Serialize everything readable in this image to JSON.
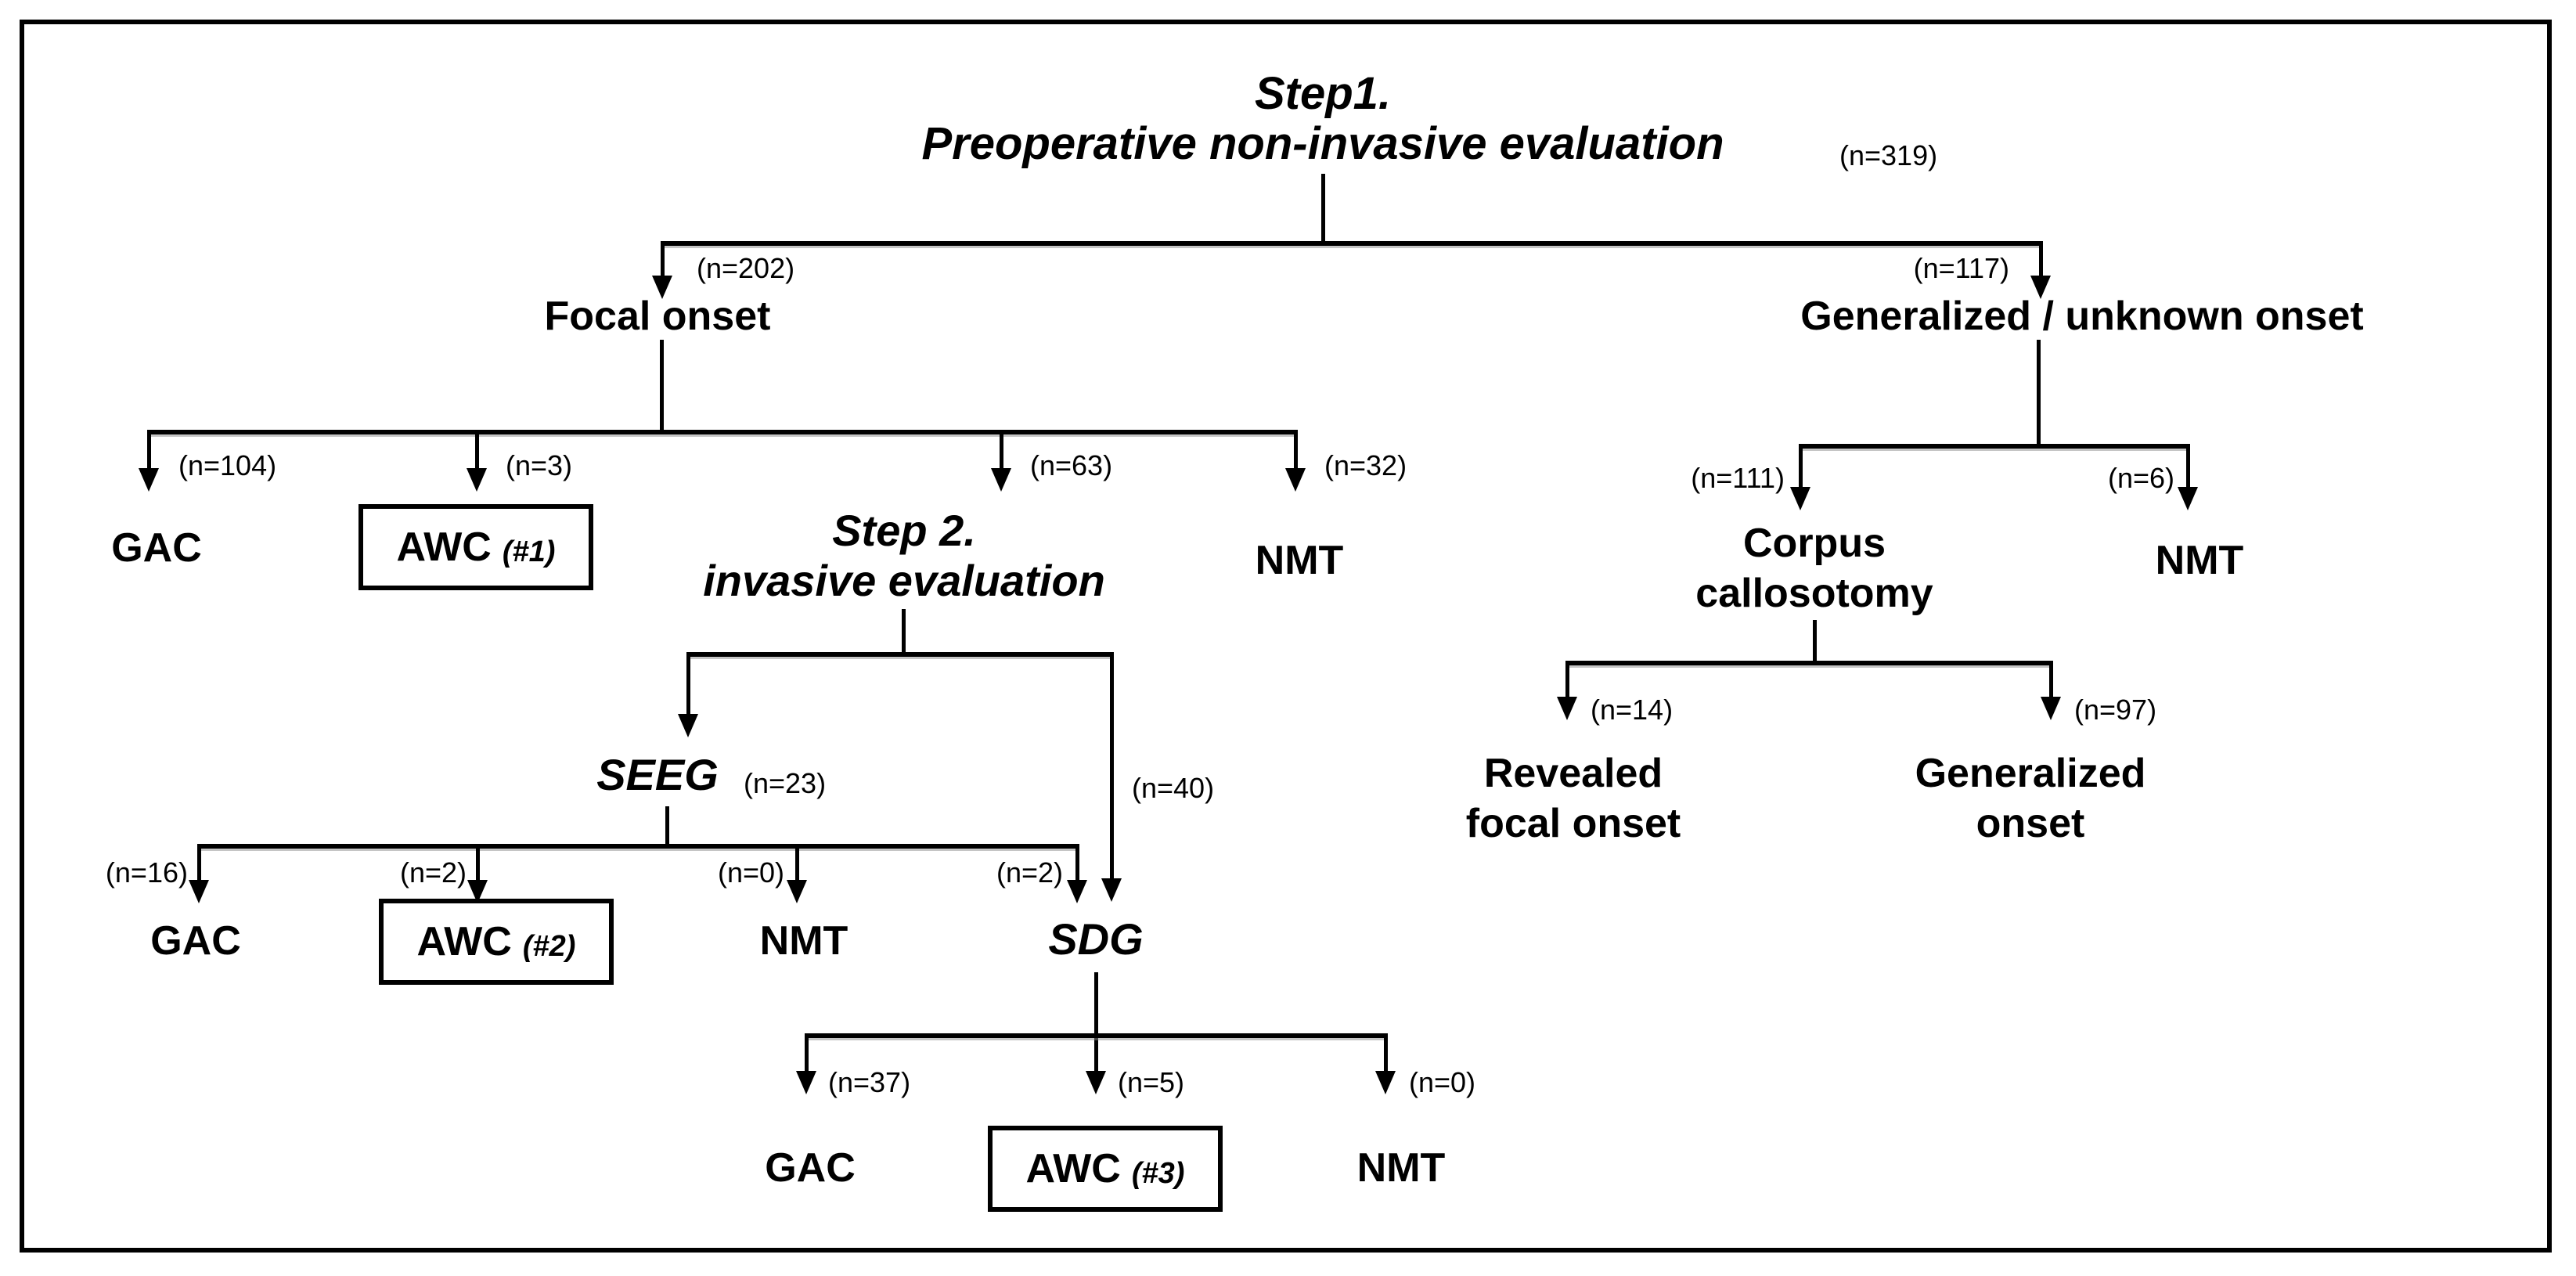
{
  "d": {
    "title": {
      "l1": "Step1.",
      "l2": "Preoperative non-invasive evaluation",
      "n": "(n=319)"
    },
    "focal": {
      "label": "Focal onset",
      "n": "(n=202)"
    },
    "gen": {
      "label": "Generalized / unknown onset",
      "n": "(n=117)"
    },
    "gac1": {
      "label": "GAC",
      "n": "(n=104)"
    },
    "awc1": {
      "label": "AWC",
      "tag": "(#1)",
      "n": "(n=3)"
    },
    "step2": {
      "l1": "Step 2.",
      "l2": "invasive evaluation",
      "n": "(n=63)"
    },
    "nmt1": {
      "label": "NMT",
      "n": "(n=32)"
    },
    "seeg": {
      "label": "SEEG",
      "n": "(n=23)"
    },
    "n40": "(n=40)",
    "gac2": {
      "label": "GAC",
      "n": "(n=16)"
    },
    "awc2": {
      "label": "AWC",
      "tag": "(#2)",
      "n": "(n=2)"
    },
    "nmt2": {
      "label": "NMT",
      "n": "(n=0)"
    },
    "sdg": {
      "label": "SDG",
      "n": "(n=2)"
    },
    "gac3": {
      "label": "GAC",
      "n": "(n=37)"
    },
    "awc3": {
      "label": "AWC",
      "tag": "(#3)",
      "n": "(n=5)"
    },
    "nmt3": {
      "label": "NMT",
      "n": "(n=0)"
    },
    "corpus": {
      "l1": "Corpus",
      "l2": "callosotomy",
      "n": "(n=111)"
    },
    "nmt4": {
      "label": "NMT",
      "n": "(n=6)"
    },
    "revealed": {
      "l1": "Revealed",
      "l2": "focal onset",
      "n": "(n=14)"
    },
    "genonset": {
      "l1": "Generalized",
      "l2": "onset",
      "n": "(n=97)"
    }
  }
}
